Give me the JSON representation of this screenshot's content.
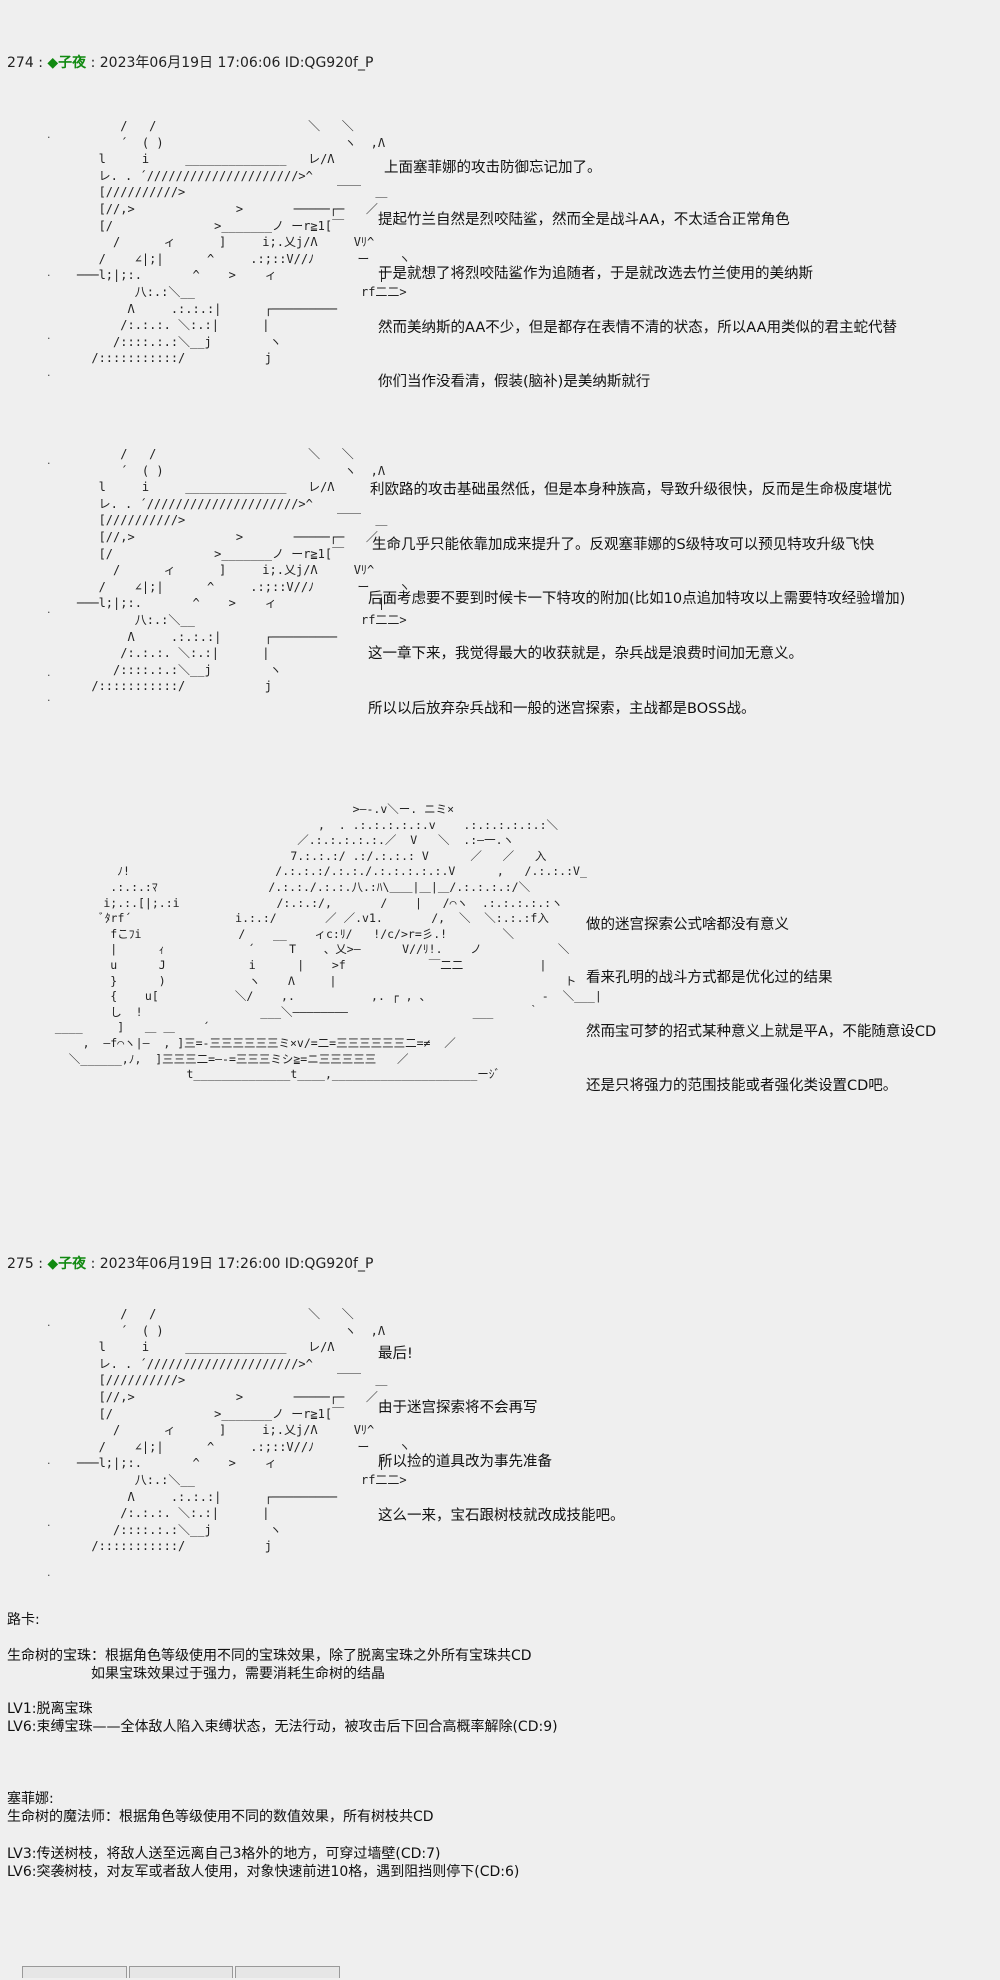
{
  "posts": [
    {
      "header": {
        "num": "274",
        "diamond": "◆",
        "name": "子夜",
        "date": "2023年06月19日 17:06:06 ID:QG920f_P"
      },
      "sections": [
        {
          "lines": [
            "上面塞菲娜的攻击防御忘记加了。",
            "提起竹兰自然是烈咬陆鲨，然而全是战斗AA，不太适合正常角色",
            "于是就想了将烈咬陆鲨作为追随者，于是就改选去竹兰使用的美纳斯",
            "然而美纳斯的AA不少，但是都存在表情不清的状态，所以AA用类似的君主蛇代替",
            "你们当作没看清，假装(脑补)是美纳斯就行"
          ]
        },
        {
          "lines": [
            "利欧路的攻击基础虽然低，但是本身种族高，导致升级很快，反而是生命极度堪忧",
            "生命几乎只能依靠加成来提升了。反观塞菲娜的S级特攻可以预见特攻升级飞快",
            "后面考虑要不要到时候卡一下特攻的附加(比如10点追加特攻以上需要特攻经验增加)",
            "这一章下来，我觉得最大的收获就是，杂兵战是浪费时间加无意义。",
            "所以以后放弃杂兵战和一般的迷宫探索，主战都是BOSS战。"
          ]
        },
        {
          "lines": [
            "做的迷宫探索公式啥都没有意义",
            "看来孔明的战斗方式都是优化过的结果",
            "然而宝可梦的招式某种意义上就是平A，不能随意设CD",
            "还是只将强力的范围技能或者强化类设置CD吧。"
          ]
        }
      ]
    },
    {
      "header": {
        "num": "275",
        "diamond": "◆",
        "name": "子夜",
        "date": "2023年06月19日 17:26:00 ID:QG920f_P"
      },
      "sections": [
        {
          "lines": [
            "最后!",
            "由于迷宫探索将不会再写",
            "所以捡的道具改为事先准备",
            "这么一来，宝石跟树枝就改成技能吧。"
          ]
        }
      ],
      "notes": {
        "route_title": "路卡:",
        "route_skill": "生命树的宝珠：根据角色等级使用不同的宝珠效果，除了脱离宝珠之外所有宝珠共CD\n　　　　　　如果宝珠效果过于强力，需要消耗生命树的结晶",
        "route_lv": "LV1:脱离宝珠\nLV6:束缚宝珠——全体敌人陷入束缚状态，无法行动，被攻击后下回合高概率解除(CD:9)",
        "sephina_title": "塞菲娜:",
        "sephina_skill": "生命树的魔法师：根据角色等级使用不同的数值效果，所有树枝共CD",
        "sephina_lv": "LV3:传送树枝，将敌人送至远离自己3格外的地方，可穿过墙壁(CD:7)\nLV6:突袭树枝，对友军或者敌人使用，对象快速前进10格，遇到阻挡则停下(CD:6)"
      }
    }
  ],
  "ascii_art": {
    "snake": "          /   /                     ＼   ＼\n          ´  ( )                         ヽ  ,Λ\n       l     i     ______________   レ/Λ\n       レ. . ´/////////////////////>^\n       [//////////>                     ￣￣  ＿\n       [//,>              >       ─────┌─   ／\n       [/              >_______ノ ーr≧1[￣\n         /      ィ      ]     i;.乂j/Λ     Vﾘ^\n       /    ∠|;|      ^     .:;::V//ﾉ      ー    ヽ\n    ───l;|;:.       ^    >    ィ              |\n            八:.:＼__                       rf二二>\n           Λ     .:.:.:|      ┌─────────\n          /:.:.:. ＼:.:|      |\n         /::::.:.:＼__j        ヽ\n      /:::::::::::/           j",
    "snake_variant": "          /   /                     ＼   ＼\n          ´  ( )                         ヽ  ,Λ\n       l     i     ______________   レ/Λ\n       レ. . ´/////////////////////>^\n       [//////////>                     ￣￣  ＿\n       [//,>              >       ─────┌─   ／\n       [/              >_______ノ ーr≧1[￣\n         /      ィ      ]     i;.乂j/Λ     Vﾘ^\n       /    ∠|;|      ^     .:;::V//ﾉ      ー    ヽ\n    ───l;|;:.       ^    >    ィ              |\n            八:.:＼__                       rf二二>\n           Λ     .:.:.:|      ┌─────────\n          /:.:.:. ＼:.:|      |\n         /::::.:.:＼__j        ヽ\n      /:::::::::::/           j",
    "kongming": "                                            >―-.v＼ー. ニミ×\n                                       ,  . .:.:.:.:.:.v    .:.:.:.:.:.:＼\n                                    ／.:.:.:.:.:.／  V   ＼  .:―一.ヽ\n                                   7.:.:.:/ .:/.:.:.: V      ／   ／   入\n          ﾉ!                     /.:.:.:/.:.:./.:.:.:.:.:.V      ,   /.:.:.:V_\n         .:.:.:ﾏ                /.:.:./.:.:.八.:ﾊ\\＿＿|＿|＿/.:.:.:.:/＼\n        i;.:.[|;.:i              /:.:.:/,       /    |   /⌒ヽ  .:.:.:.:.:ヽ\n        ﾞﾀrf´               i.:.:/       ／ ／.v1.       /,  ＼  ＼:.:.:f入\n         fこﾌi              /    __    ィc:ﾘ/   !/c/>r=彡.!        ＼\n         |      ｨ            ´     T    、乂>―      V//ﾘ!.    ノ           ＼\n         u      J            i      |    >f            ￣二二           |\n         }      )            ヽ    Λ     |                                 ト\n         {    u[           ＼/    ,.           ,. ┌ , 、                ‐  ＼___|\n         し  !                 ___＼――――――――                  ___     ｀\n ____     ]   ＿ ＿    ´                                                         ＿＿\n     ,  ―f⌒ヽ|―  , ]三=-三三三三三三ミ×v/=二=三三三三三三二=≠  ／\n   ＼______,ﾉ,  ]三三三二=―-=三三三ミシ≧=ニ三三三三三   ／\n                    t______________t____,_____________________ーｼﾞ"
  }
}
